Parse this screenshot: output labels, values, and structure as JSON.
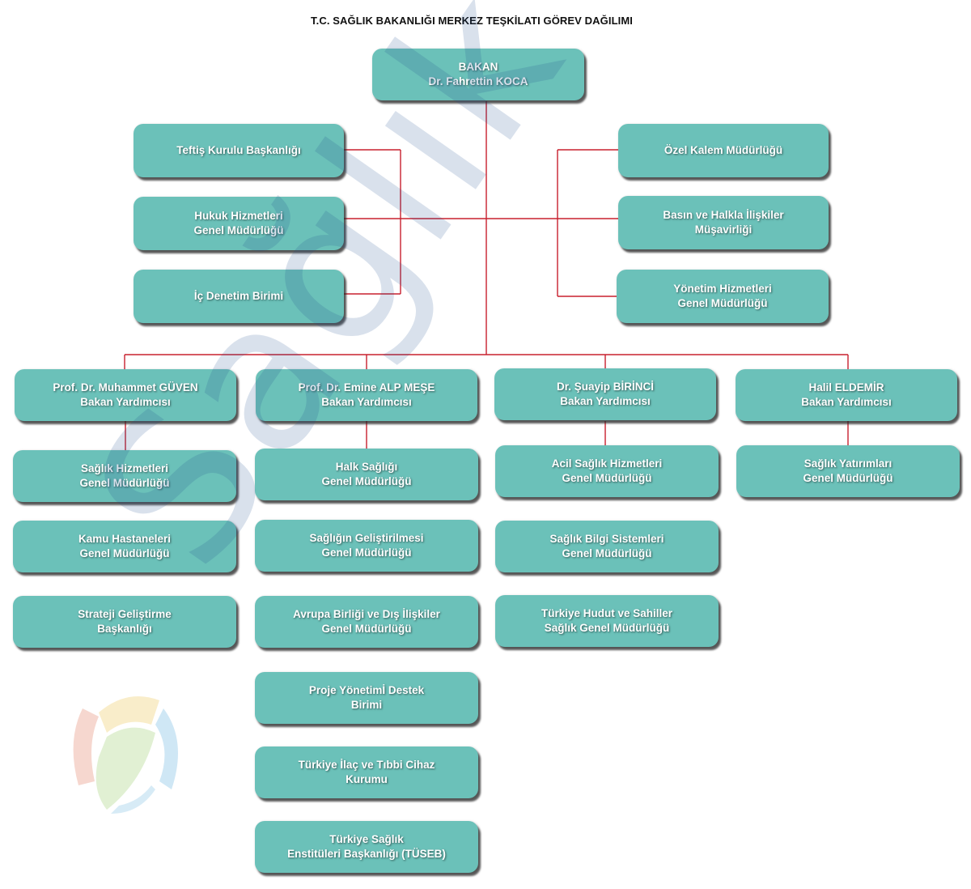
{
  "title": "T.C. SAĞLIK BAKANLIĞI MERKEZ TEŞKİLATI GÖREV DAĞILIMI",
  "watermark": "Sağlık Aktüel",
  "colors": {
    "box": "#6bc1b9",
    "connector": "#c8202e",
    "text": "#ffffff"
  },
  "minister": {
    "text": "BAKAN\nDr. Fahrettin KOCA"
  },
  "left_units": [
    {
      "text": "Teftiş Kurulu Başkanlığı"
    },
    {
      "text": "Hukuk Hizmetleri\nGenel Müdürlüğü"
    },
    {
      "text": "İç Denetim Birimi"
    }
  ],
  "right_units": [
    {
      "text": "Özel Kalem Müdürlüğü"
    },
    {
      "text": "Basın ve Halkla İlişkiler\nMüşavirliği"
    },
    {
      "text": "Yönetim Hizmetleri\nGenel Müdürlüğü"
    }
  ],
  "deputies": [
    {
      "text": "Prof. Dr. Muhammet GÜVEN\nBakan Yardımcısı",
      "units": [
        {
          "text": "Sağlık Hizmetleri\nGenel Müdürlüğü"
        },
        {
          "text": "Kamu Hastaneleri\nGenel Müdürlüğü"
        },
        {
          "text": "Strateji Geliştirme\nBaşkanlığı"
        }
      ]
    },
    {
      "text": "Prof. Dr. Emine ALP MEŞE\nBakan Yardımcısı",
      "units": [
        {
          "text": "Halk Sağlığı\nGenel Müdürlüğü"
        },
        {
          "text": "Sağlığın Geliştirilmesi\nGenel Müdürlüğü"
        },
        {
          "text": "Avrupa Birliği ve Dış İlişkiler\nGenel Müdürlüğü"
        },
        {
          "text": "Proje Yönetimİ Destek\nBirimi"
        },
        {
          "text": "Türkiye İlaç ve Tıbbi Cihaz\nKurumu"
        },
        {
          "text": "Türkiye Sağlık\nEnstitüleri Başkanlığı (TÜSEB)"
        }
      ]
    },
    {
      "text": "Dr. Şuayip BİRİNCİ\nBakan Yardımcısı",
      "units": [
        {
          "text": "Acil Sağlık Hizmetleri\nGenel Müdürlüğü"
        },
        {
          "text": "Sağlık Bilgi Sistemleri\nGenel Müdürlüğü"
        },
        {
          "text": "Türkiye Hudut ve Sahiller\nSağlık Genel Müdürlüğü"
        }
      ]
    },
    {
      "text": "Halil ELDEMİR\nBakan Yardımcısı",
      "units": [
        {
          "text": "Sağlık Yatırımları\nGenel Müdürlüğü"
        }
      ]
    }
  ]
}
